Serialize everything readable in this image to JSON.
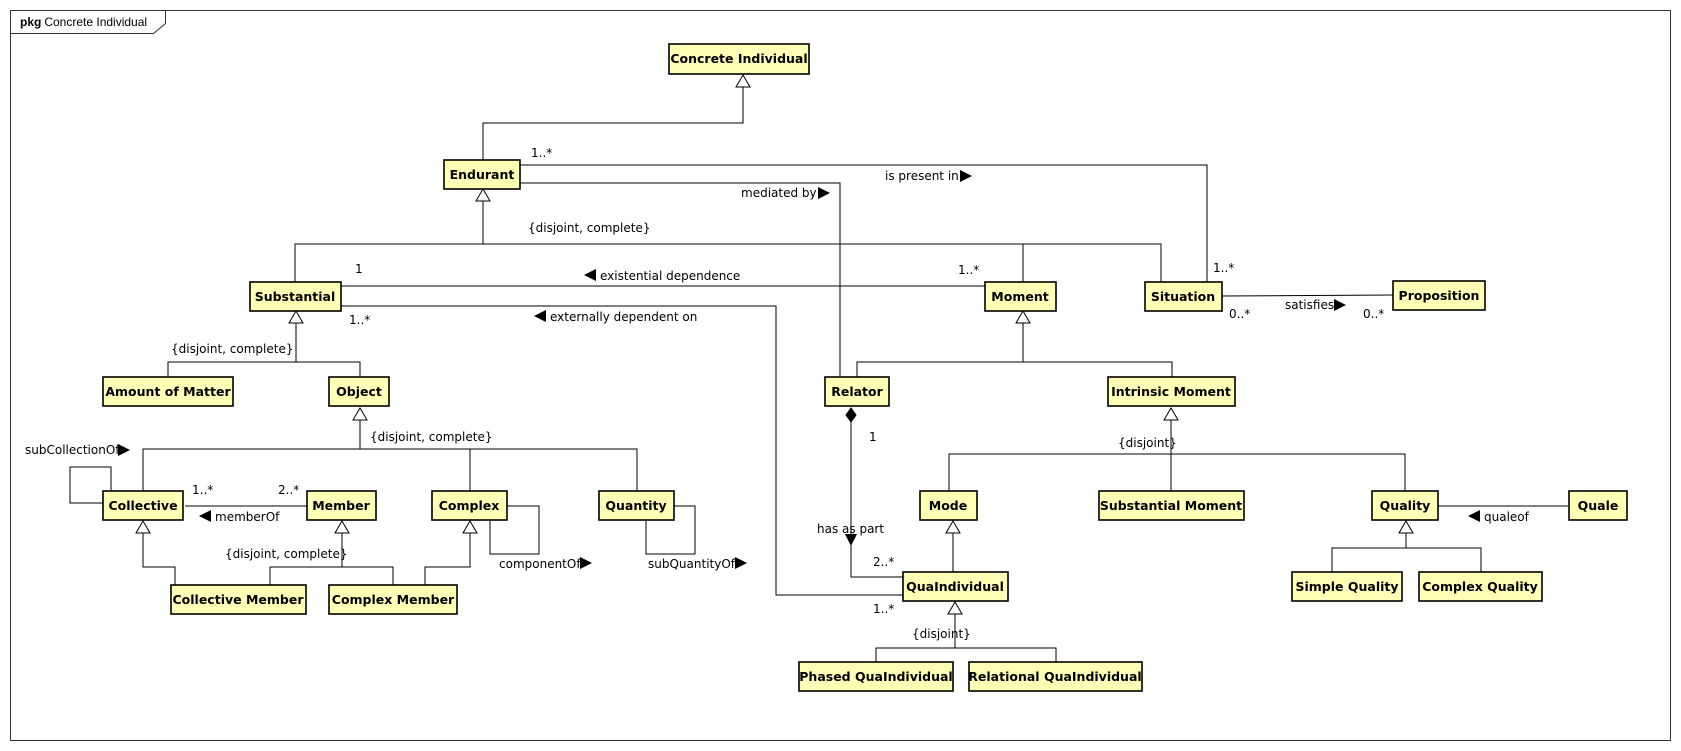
{
  "package": {
    "keyword": "pkg",
    "name": "Concrete Individual"
  },
  "classes": {
    "concrete_individual": "Concrete Individual",
    "endurant": "Endurant",
    "substantial": "Substantial",
    "moment": "Moment",
    "situation": "Situation",
    "proposition": "Proposition",
    "amount_of_matter": "Amount of Matter",
    "object": "Object",
    "relator": "Relator",
    "intrinsic_moment": "Intrinsic Moment",
    "collective": "Collective",
    "member": "Member",
    "complex": "Complex",
    "quantity": "Quantity",
    "mode": "Mode",
    "substantial_moment": "Substantial Moment",
    "quality": "Quality",
    "quale": "Quale",
    "collective_member": "Collective Member",
    "complex_member": "Complex Member",
    "qua_individual": "QuaIndividual",
    "simple_quality": "Simple Quality",
    "complex_quality": "Complex Quality",
    "phased_qua_individual": "Phased QuaIndividual",
    "relational_qua_individual": "Relational QuaIndividual"
  },
  "constraints": {
    "endurant_gs": "{disjoint, complete}",
    "substantial_gs": "{disjoint, complete}",
    "object_gs": "{disjoint, complete}",
    "member_gs": "{disjoint, complete}",
    "intrinsic_gs": "{disjoint}",
    "quaindividual_gs": "{disjoint}"
  },
  "associations": {
    "is_present_in": "is present in",
    "mediated_by": "mediated by",
    "existential_dependence": "existential dependence",
    "externally_dependent_on": "externally dependent on",
    "satisfies": "satisfies",
    "sub_collection_of": "subCollectionOf",
    "member_of": "memberOf",
    "component_of": "componentOf",
    "sub_quantity_of": "subQuantityOf",
    "has_as_part": "has as part",
    "quale_of": "qualeof"
  },
  "multiplicities": {
    "endurant_present": "1..*",
    "situation_present": "1..*",
    "substantial_existential": "1",
    "moment_existential": "1..*",
    "substantial_external": "1..*",
    "situation_satisfies": "0..*",
    "proposition_satisfies": "0..*",
    "collective_member": "1..*",
    "member_collective": "2..*",
    "relator_part": "1",
    "quaindividual_part": "2..*",
    "quaindividual_external": "1..*"
  }
}
